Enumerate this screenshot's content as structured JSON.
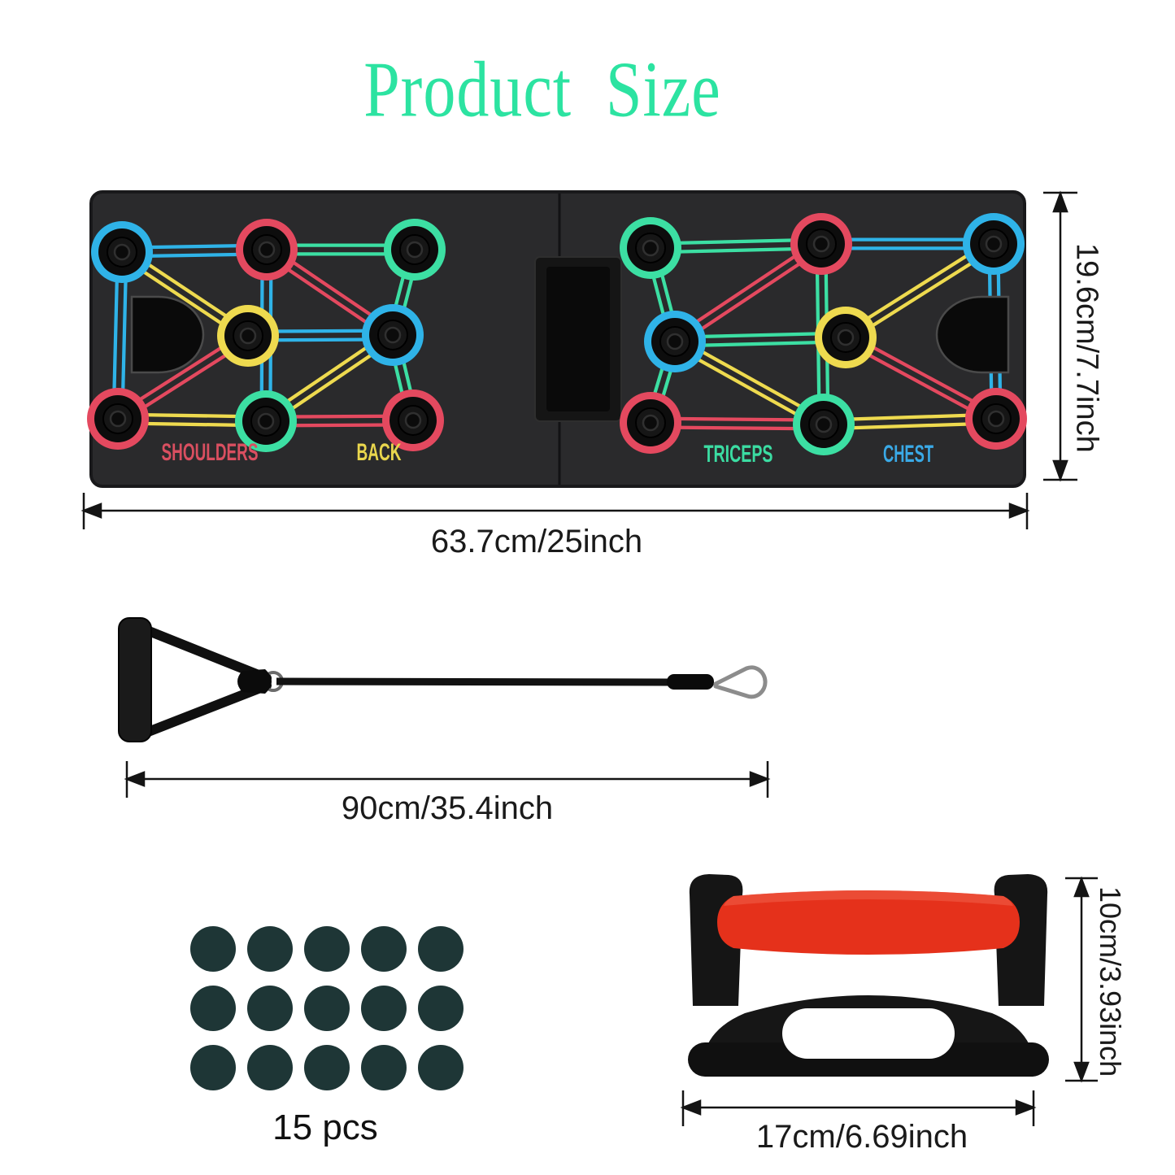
{
  "title": {
    "text": "Product  Size",
    "color": "#2ce3a1"
  },
  "board": {
    "muscle_labels": [
      {
        "text": "SHOULDERS",
        "color": "#d94f60"
      },
      {
        "text": "BACK",
        "color": "#e9d64d"
      },
      {
        "text": "TRICEPS",
        "color": "#3bdca2"
      },
      {
        "text": "CHEST",
        "color": "#3aa9e6"
      }
    ],
    "dim_height": "19.6cm/7.7inch",
    "dim_width": "63.7cm/25inch",
    "line_colors": {
      "blue": "#2fb3e8",
      "teal": "#3cdfa3",
      "red": "#e4495f",
      "yellow": "#eeda4f"
    },
    "body_color": "#2a2a2c"
  },
  "resistance_band": {
    "dim_length": "90cm/35.4inch"
  },
  "pads": {
    "count": 15,
    "label": "15 pcs",
    "color": "#1e3636"
  },
  "push_up_handle": {
    "dim_height": "10cm/3.93inch",
    "dim_width": "17cm/6.69inch",
    "grip_color": "#e5311b"
  }
}
